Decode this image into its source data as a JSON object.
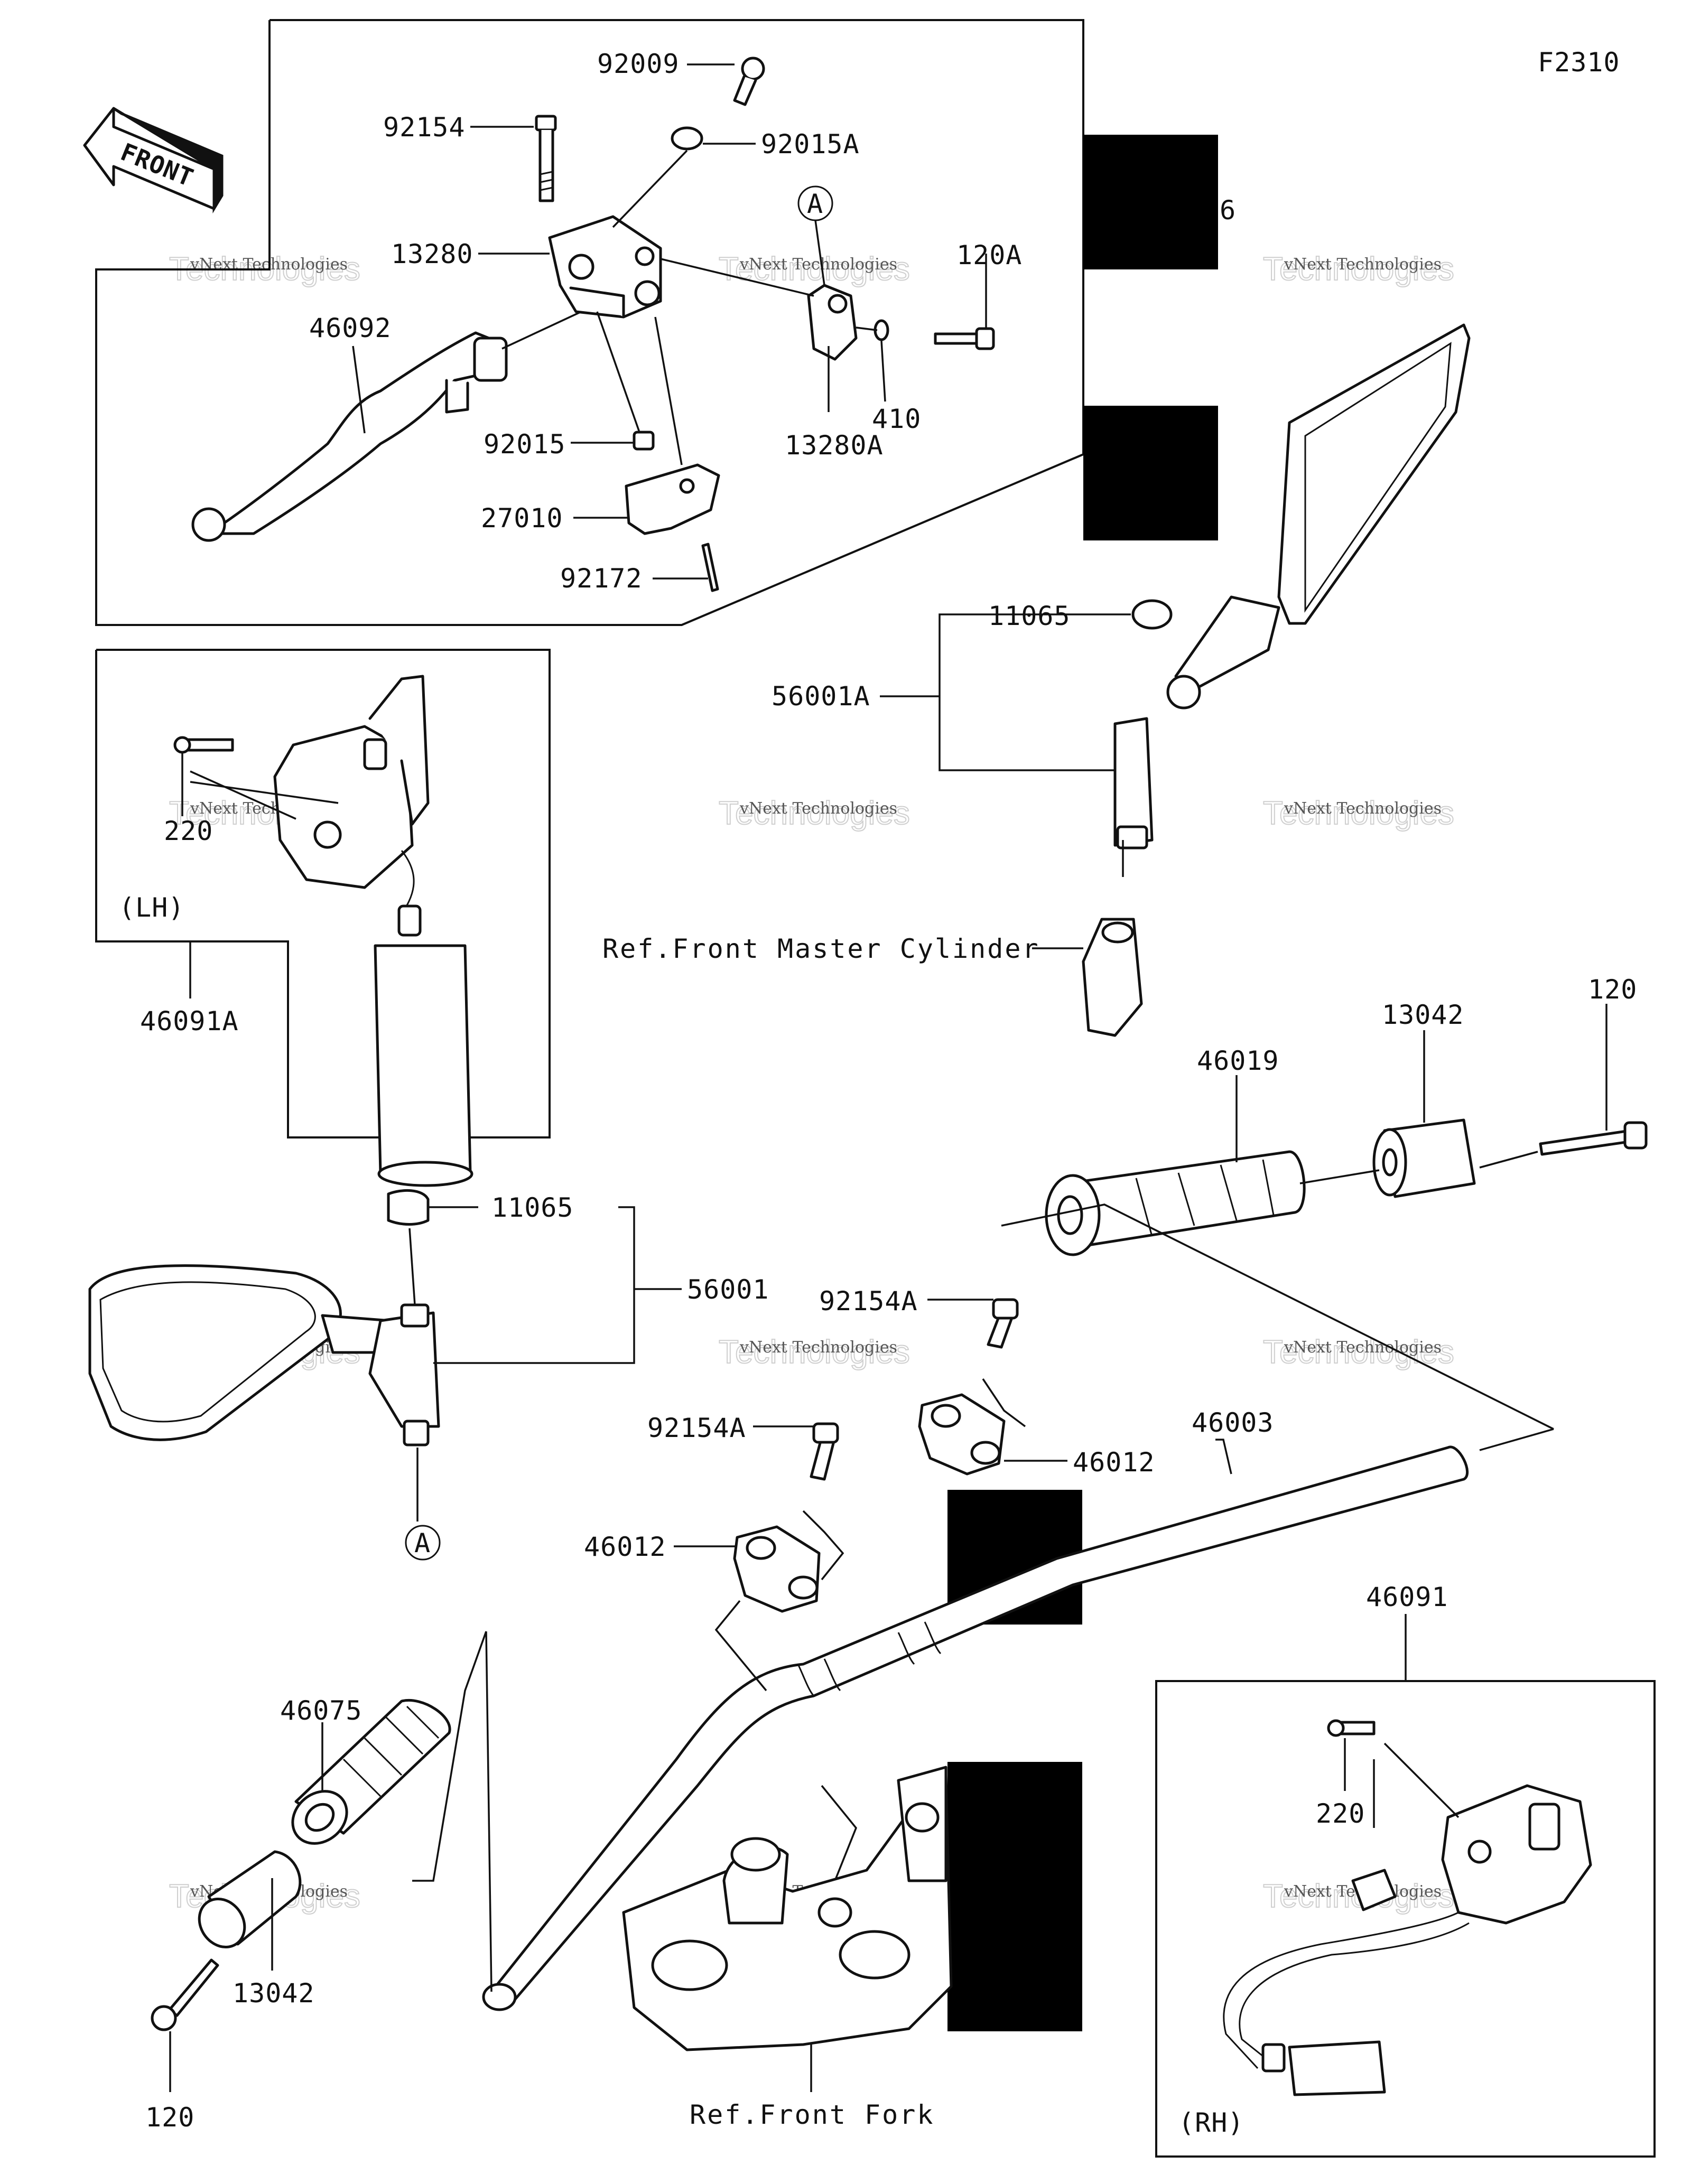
{
  "diagram_code": "F2310",
  "front_label": "FRONT",
  "watermark": {
    "line1": "vNext Technologies",
    "line2": "Technologies"
  },
  "callout_a": "A",
  "redacted_fragment": "6",
  "labels": {
    "p92009": "92009",
    "p92154": "92154",
    "p92015A": "92015A",
    "p13280": "13280",
    "p120A": "120A",
    "p46092": "46092",
    "p410": "410",
    "p13280A": "13280A",
    "p92015": "92015",
    "p27010": "27010",
    "p92172": "92172",
    "p11065_top": "11065",
    "p56001A": "56001A",
    "p220_lh": "220",
    "lh_tag": "(LH)",
    "p46091A": "46091A",
    "ref_master_cylinder": "Ref.Front Master Cylinder",
    "p120_top": "120",
    "p13042_top": "13042",
    "p46019": "46019",
    "p11065_mid": "11065",
    "p56001": "56001",
    "p92154A_top": "92154A",
    "p46003": "46003",
    "p92154A_mid": "92154A",
    "p46012_right": "46012",
    "p46012_left": "46012",
    "p46091": "46091",
    "p46075": "46075",
    "p220_rh": "220",
    "p13042_bottom": "13042",
    "p120_bottom": "120",
    "ref_front_fork": "Ref.Front Fork",
    "rh_tag": "(RH)"
  }
}
